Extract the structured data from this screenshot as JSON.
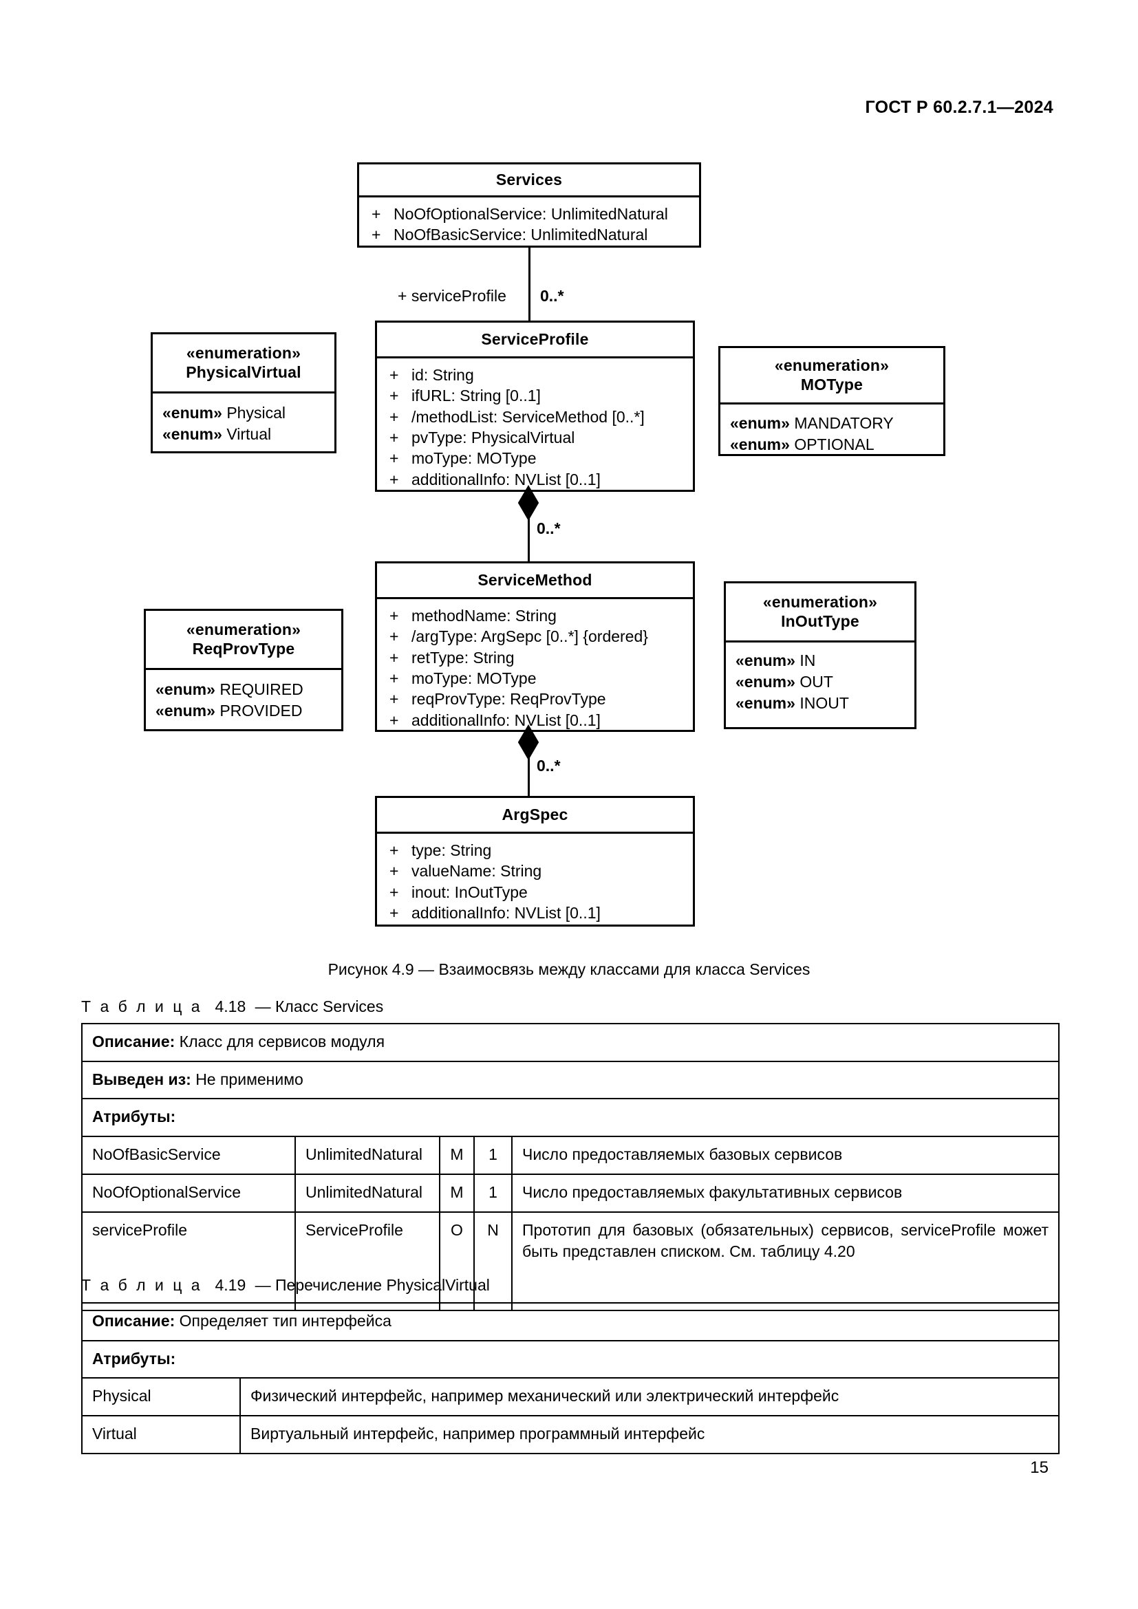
{
  "header": {
    "standard_title": "ГОСТ Р 60.2.7.1—2024",
    "page_number": "15"
  },
  "diagram": {
    "figure_caption": "Рисунок 4.9 — Взаимосвязь между классами для класса Services",
    "classes": {
      "services": {
        "name": "Services",
        "attributes": [
          {
            "vis": "+",
            "text": "NoOfOptionalService: UnlimitedNatural"
          },
          {
            "vis": "+",
            "text": "NoOfBasicService: UnlimitedNatural"
          }
        ]
      },
      "service_profile": {
        "name": "ServiceProfile",
        "attributes": [
          {
            "vis": "+",
            "text": "id: String"
          },
          {
            "vis": "+",
            "text": "ifURL: String [0..1]"
          },
          {
            "vis": "+",
            "text": "/methodList: ServiceMethod [0..*]"
          },
          {
            "vis": "+",
            "text": "pvType: PhysicalVirtual"
          },
          {
            "vis": "+",
            "text": "moType: MOType"
          },
          {
            "vis": "+",
            "text": "additionalInfo: NVList [0..1]"
          }
        ]
      },
      "service_method": {
        "name": "ServiceMethod",
        "attributes": [
          {
            "vis": "+",
            "text": "methodName: String"
          },
          {
            "vis": "+",
            "text": "/argType: ArgSepc [0..*] {ordered}"
          },
          {
            "vis": "+",
            "text": "retType: String"
          },
          {
            "vis": "+",
            "text": "moType: MOType"
          },
          {
            "vis": "+",
            "text": "reqProvType: ReqProvType"
          },
          {
            "vis": "+",
            "text": "additionalInfo: NVList [0..1]"
          }
        ]
      },
      "arg_spec": {
        "name": "ArgSpec",
        "attributes": [
          {
            "vis": "+",
            "text": "type: String"
          },
          {
            "vis": "+",
            "text": "valueName: String"
          },
          {
            "vis": "+",
            "text": "inout: InOutType"
          },
          {
            "vis": "+",
            "text": "additionalInfo: NVList [0..1]"
          }
        ]
      }
    },
    "enumerations": {
      "physical_virtual": {
        "stereotype": "«enumeration»",
        "name": "PhysicalVirtual",
        "literals": [
          {
            "stereo": "«enum»",
            "value": "Physical"
          },
          {
            "stereo": "«enum»",
            "value": "Virtual"
          }
        ]
      },
      "mo_type": {
        "stereotype": "«enumeration»",
        "name": "MOType",
        "literals": [
          {
            "stereo": "«enum»",
            "value": "MANDATORY"
          },
          {
            "stereo": "«enum»",
            "value": "OPTIONAL"
          }
        ]
      },
      "req_prov_type": {
        "stereotype": "«enumeration»",
        "name": "ReqProvType",
        "literals": [
          {
            "stereo": "«enum»",
            "value": "REQUIRED"
          },
          {
            "stereo": "«enum»",
            "value": "PROVIDED"
          }
        ]
      },
      "in_out_type": {
        "stereotype": "«enumeration»",
        "name": "InOutType",
        "literals": [
          {
            "stereo": "«enum»",
            "value": "IN"
          },
          {
            "stereo": "«enum»",
            "value": "OUT"
          },
          {
            "stereo": "«enum»",
            "value": "INOUT"
          }
        ]
      }
    },
    "associations": {
      "services_to_profile": {
        "role": "+ serviceProfile",
        "multiplicity": "0..*"
      },
      "profile_to_method": {
        "multiplicity": "0..*"
      },
      "method_to_argspec": {
        "multiplicity": "0..*"
      }
    }
  },
  "table_4_18": {
    "caption_prefix": "Т а б л и ц а",
    "caption_number": "4.18",
    "caption_text": "— Класс Services",
    "rows": {
      "description_label": "Описание:",
      "description_value": "Класс для сервисов модуля",
      "derived_label": "Выведен из:",
      "derived_value": "Не применимо",
      "attributes_label": "Атрибуты:"
    },
    "attributes": [
      {
        "name": "NoOfBasicService",
        "type": "UnlimitedNatural",
        "mo": "M",
        "card": "1",
        "description": "Число предоставляемых базовых сервисов"
      },
      {
        "name": "NoOfOptionalService",
        "type": "UnlimitedNatural",
        "mo": "M",
        "card": "1",
        "description": "Число предоставляемых факультативных сервисов"
      },
      {
        "name": "serviceProfile",
        "type": "ServiceProfile",
        "mo": "O",
        "card": "N",
        "description": "Прототип для базовых (обязательных) сервисов, serviceProfile может быть представлен списком. См. таблицу 4.20"
      }
    ]
  },
  "table_4_19": {
    "caption_prefix": "Т а б л и ц а",
    "caption_number": "4.19",
    "caption_text": "— Перечисление PhysicalVirtual",
    "rows": {
      "description_label": "Описание:",
      "description_value": "Определяет тип интерфейса",
      "attributes_label": "Атрибуты:"
    },
    "attributes": [
      {
        "name": "Physical",
        "description": "Физический интерфейс, например механический или электрический интерфейс"
      },
      {
        "name": "Virtual",
        "description": "Виртуальный интерфейс, например программный интерфейс"
      }
    ]
  }
}
